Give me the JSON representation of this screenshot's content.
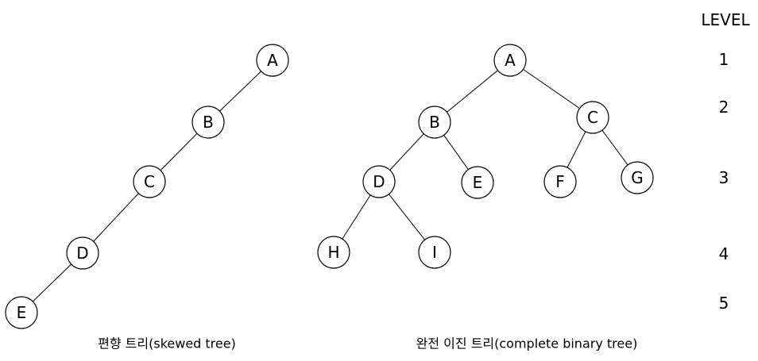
{
  "level_header": "LEVEL",
  "levels": [
    "1",
    "2",
    "3",
    "4",
    "5"
  ],
  "skewed_tree": {
    "caption": "편향 트리(skewed tree)",
    "nodes": [
      "A",
      "B",
      "C",
      "D",
      "E"
    ],
    "edges": [
      [
        "A",
        "B"
      ],
      [
        "B",
        "C"
      ],
      [
        "C",
        "D"
      ],
      [
        "D",
        "E"
      ]
    ]
  },
  "complete_tree": {
    "caption": "완전 이진 트리(complete binary tree)",
    "nodes": [
      "A",
      "B",
      "C",
      "D",
      "E",
      "F",
      "G",
      "H",
      "I"
    ],
    "edges": [
      [
        "A",
        "B"
      ],
      [
        "A",
        "C"
      ],
      [
        "B",
        "D"
      ],
      [
        "B",
        "E"
      ],
      [
        "C",
        "F"
      ],
      [
        "C",
        "G"
      ],
      [
        "D",
        "H"
      ],
      [
        "D",
        "I"
      ]
    ]
  }
}
